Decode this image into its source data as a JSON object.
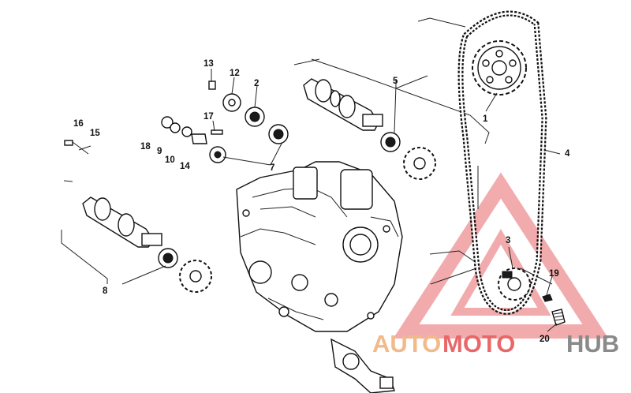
{
  "diagram": {
    "callouts": [
      {
        "id": "1",
        "text": "1"
      },
      {
        "id": "2",
        "text": "2"
      },
      {
        "id": "3",
        "text": "3"
      },
      {
        "id": "4",
        "text": "4"
      },
      {
        "id": "5",
        "text": "5"
      },
      {
        "id": "7",
        "text": "7"
      },
      {
        "id": "8",
        "text": "8"
      },
      {
        "id": "9",
        "text": "9"
      },
      {
        "id": "10",
        "text": "10"
      },
      {
        "id": "12",
        "text": "12"
      },
      {
        "id": "13",
        "text": "13"
      },
      {
        "id": "14",
        "text": "14"
      },
      {
        "id": "15",
        "text": "15"
      },
      {
        "id": "16",
        "text": "16"
      },
      {
        "id": "17",
        "text": "17"
      },
      {
        "id": "18",
        "text": "18"
      },
      {
        "id": "19",
        "text": "19"
      },
      {
        "id": "20",
        "text": "20"
      }
    ]
  },
  "watermark": {
    "part1": "AUTO",
    "part2": "MOTO",
    "part3": "HUB",
    "colors": {
      "auto": "#f2b98a",
      "moto": "#e8686a",
      "hub": "#8a8a8a",
      "triangle": "#e8686a"
    }
  }
}
